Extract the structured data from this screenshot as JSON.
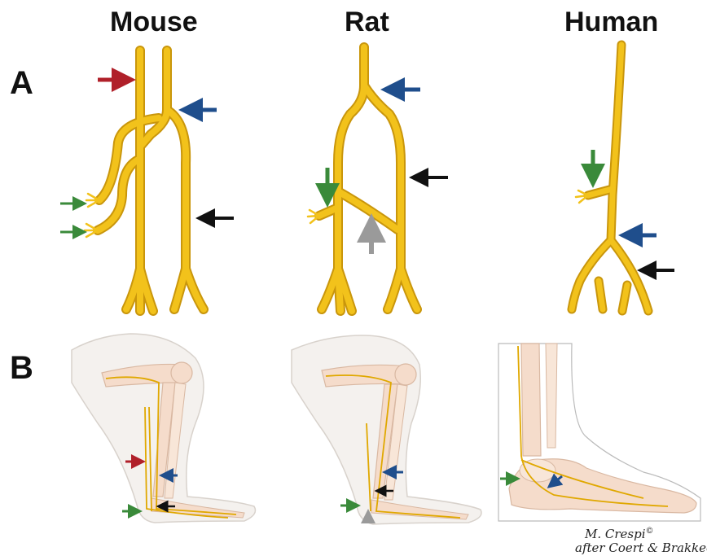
{
  "titles": {
    "mouse": "Mouse",
    "rat": "Rat",
    "human": "Human"
  },
  "panel_labels": {
    "a": "A",
    "b": "B"
  },
  "credit": {
    "line1": "M. Crespi",
    "mark": "©",
    "line2": "after Coert & Brakkee"
  },
  "colors": {
    "nerve": "#f2c21b",
    "nerve_edge": "#c9960c",
    "arrow_red": "#b0202a",
    "arrow_blue": "#1f4e8c",
    "arrow_black": "#111111",
    "arrow_green": "#3a8a3a",
    "arrow_gray": "#9a9a9a",
    "skin": "#f4f1ee",
    "bone": "#f5dccb"
  }
}
